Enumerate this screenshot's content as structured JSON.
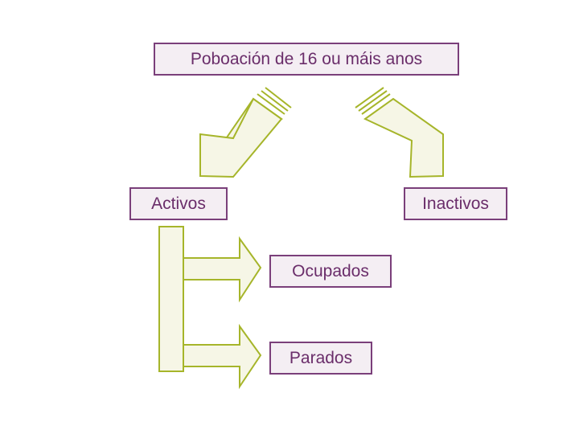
{
  "diagram": {
    "root_label": "Poboación de 16 ou máis anos",
    "branch_left_label": "Activos",
    "branch_right_label": "Inactivos",
    "sub_top_label": "Ocupados",
    "sub_bottom_label": "Parados"
  },
  "colors": {
    "box_border": "#7a3f7a",
    "box_fill": "#f4eef3",
    "text": "#6a2d6a",
    "arrow_stroke": "#a6b52a",
    "arrow_fill": "#f6f6e6"
  }
}
